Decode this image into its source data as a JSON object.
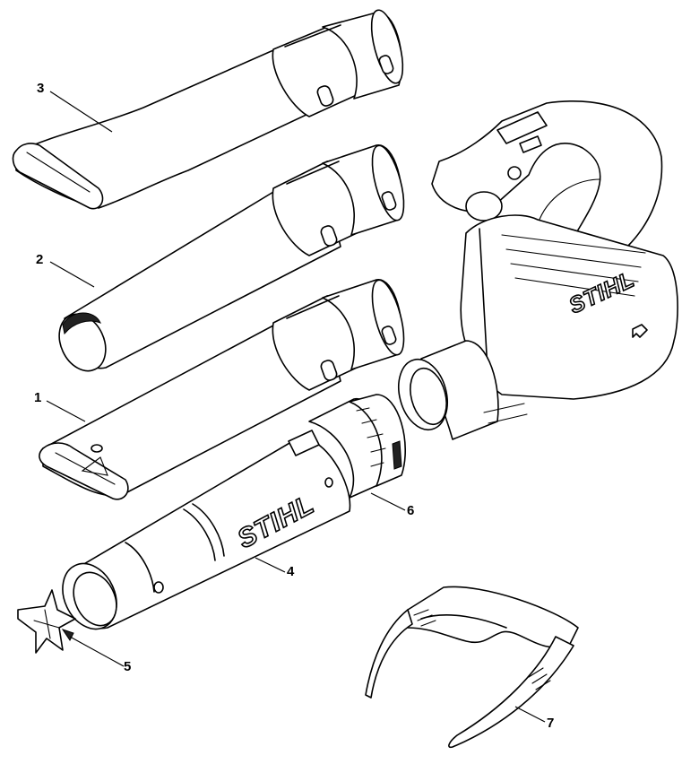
{
  "callouts": [
    {
      "id": "1",
      "label": "1"
    },
    {
      "id": "2",
      "label": "2"
    },
    {
      "id": "3",
      "label": "3"
    },
    {
      "id": "4",
      "label": "4"
    },
    {
      "id": "5",
      "label": "5"
    },
    {
      "id": "6",
      "label": "6"
    },
    {
      "id": "7",
      "label": "7"
    }
  ],
  "brand": {
    "tube_logo": "STIHL",
    "housing_logo": "STIHL"
  },
  "colors": {
    "line": "#000000",
    "background": "#ffffff"
  }
}
